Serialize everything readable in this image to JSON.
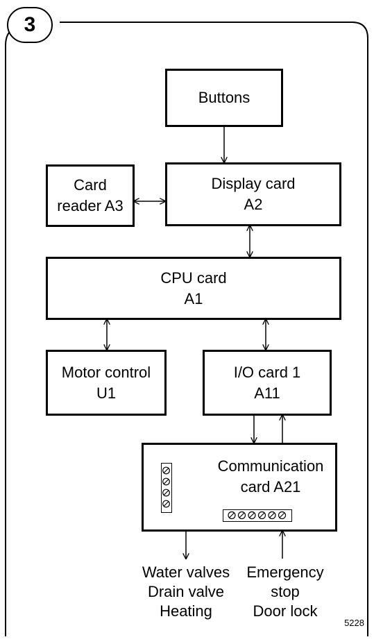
{
  "step": {
    "number": "3"
  },
  "blocks": {
    "buttons": {
      "lines": [
        "Buttons"
      ]
    },
    "card_reader": {
      "lines": [
        "Card",
        "reader A3"
      ]
    },
    "display_card": {
      "lines": [
        "Display card",
        "A2"
      ]
    },
    "cpu_card": {
      "lines": [
        "CPU card",
        "A1"
      ]
    },
    "motor_control": {
      "lines": [
        "Motor control",
        "U1"
      ]
    },
    "io_card": {
      "lines": [
        "I/O card 1",
        "A11"
      ]
    },
    "comm_card": {
      "lines": [
        "Communication",
        "card A21"
      ]
    }
  },
  "outputs": {
    "lines": [
      "Water valves",
      "Drain valve",
      "Heating"
    ]
  },
  "inputs": {
    "lines": [
      "Emergency",
      "stop",
      "Door lock"
    ]
  },
  "figure_number": "5228",
  "colors": {
    "line": "#000000",
    "background": "#ffffff"
  }
}
